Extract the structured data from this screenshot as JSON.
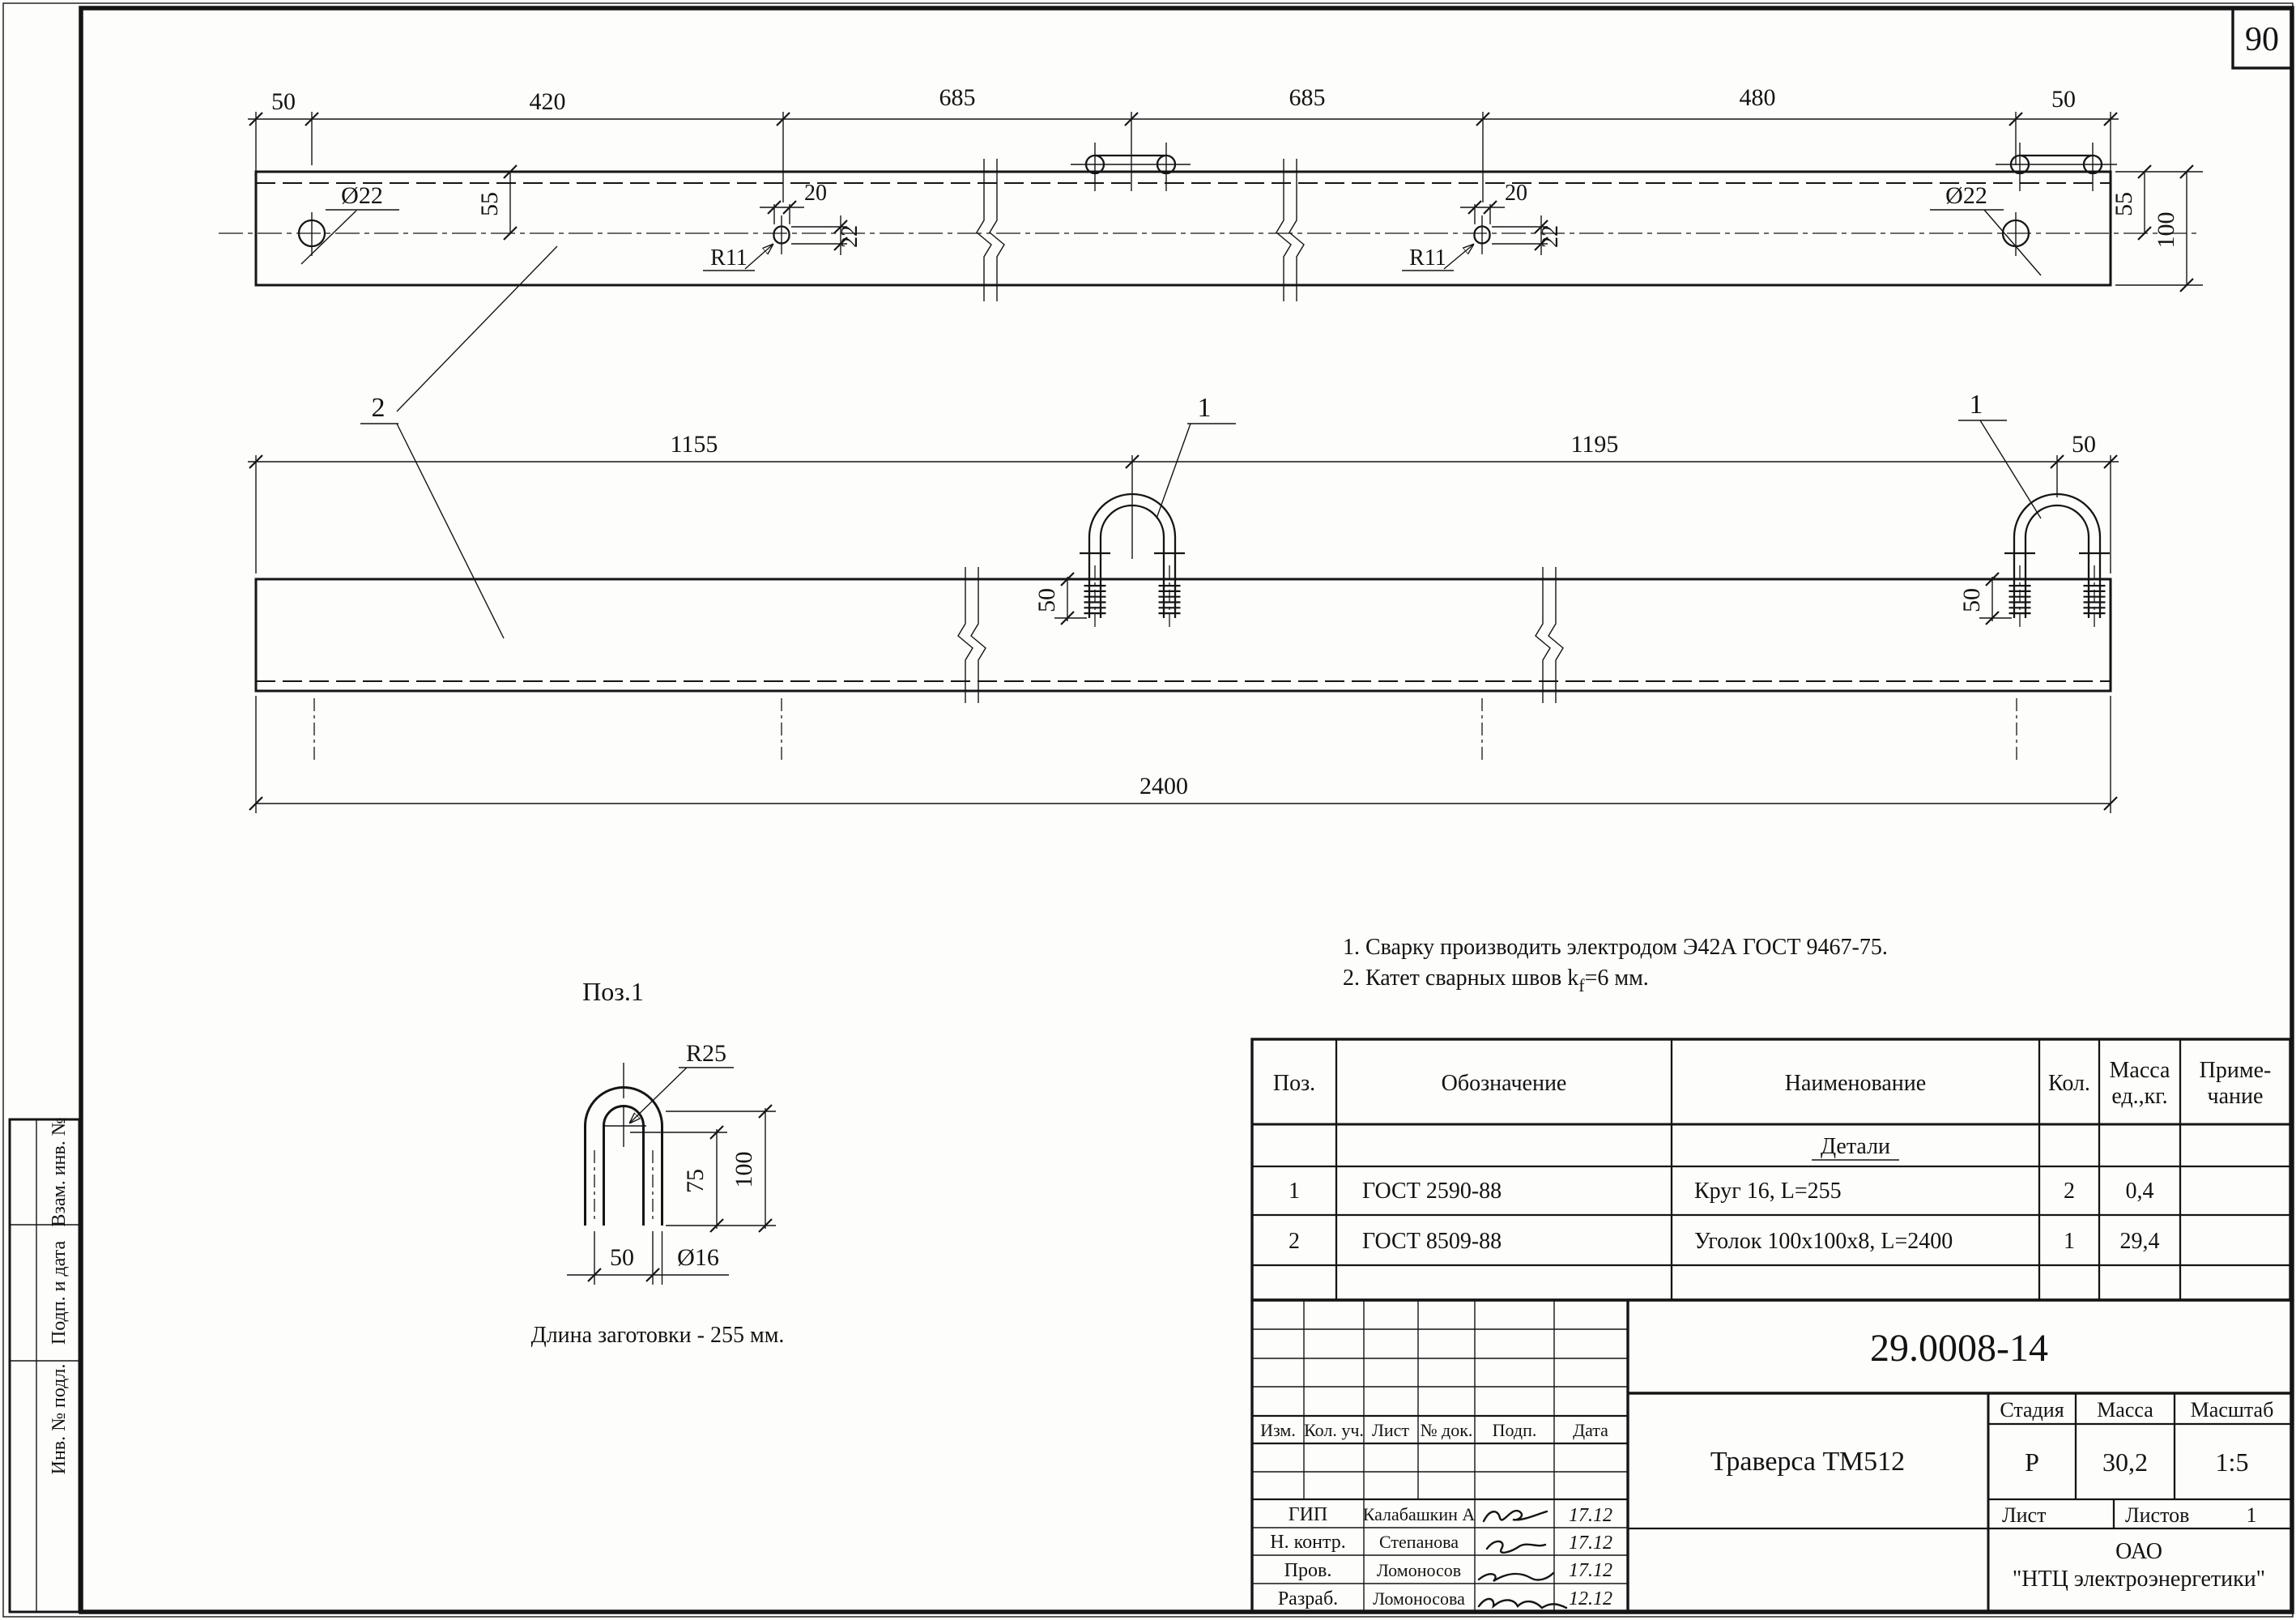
{
  "page_number": "90",
  "top_view": {
    "dim_50_left": "50",
    "dim_420": "420",
    "dim_685_a": "685",
    "dim_685_b": "685",
    "dim_480": "480",
    "dim_50_right": "50",
    "dia_22_left": "Ø22",
    "dia_22_right": "Ø22",
    "slot_width_a": "20",
    "slot_height_a": "22",
    "slot_radius_a": "R11",
    "slot_width_b": "20",
    "slot_height_b": "22",
    "slot_radius_b": "R11",
    "dim_55_left": "55",
    "dim_55_right": "55",
    "dim_100": "100"
  },
  "front_view": {
    "dim_1155": "1155",
    "dim_1195": "1195",
    "dim_50_right": "50",
    "dim_50_leg_a": "50",
    "dim_50_leg_b": "50",
    "dim_2400": "2400",
    "callout_1a": "1",
    "callout_1b": "1",
    "callout_2": "2"
  },
  "detail": {
    "title": "Поз.1",
    "radius": "R25",
    "dim_100": "100",
    "dim_75": "75",
    "dim_50": "50",
    "dia_16": "Ø16",
    "caption": "Длина заготовки - 255 мм."
  },
  "notes": {
    "line1": "1. Сварку производить электродом Э42А ГОСТ 9467-75.",
    "line2_prefix": "2. Катет сварных швов k",
    "line2_sub": "f",
    "line2_suffix": "=6 мм."
  },
  "spec": {
    "headers": {
      "pos": "Поз.",
      "designation": "Обозначение",
      "name": "Наименование",
      "qty": "Кол.",
      "mass1": "Масса",
      "mass2": "ед.,кг.",
      "note1": "Приме-",
      "note2": "чание"
    },
    "group": "Детали",
    "rows": [
      {
        "pos": "1",
        "designation": "ГОСТ 2590-88",
        "name": "Круг 16, L=255",
        "qty": "2",
        "mass": "0,4"
      },
      {
        "pos": "2",
        "designation": "ГОСТ 8509-88",
        "name": "Уголок 100х100х8, L=2400",
        "qty": "1",
        "mass": "29,4"
      }
    ]
  },
  "title_block": {
    "doc_number": "29.0008-14",
    "product": "Траверса ТМ512",
    "stage_label": "Стадия",
    "mass_label": "Масса",
    "scale_label": "Масштаб",
    "stage": "Р",
    "mass": "30,2",
    "scale": "1:5",
    "sheet_label": "Лист",
    "sheets_label": "Листов",
    "sheets_count": "1",
    "company1": "ОАО",
    "company2": "\"НТЦ электроэнергетики\"",
    "rev": {
      "izm": "Изм.",
      "kol": "Кол. уч.",
      "list": "Лист",
      "doc": "№ док.",
      "podp": "Подп.",
      "data": "Дата"
    },
    "signers": [
      {
        "role": "ГИП",
        "name": "Калабашкин А",
        "date": "17.12"
      },
      {
        "role": "Н. контр.",
        "name": "Степанова",
        "date": "17.12"
      },
      {
        "role": "Пров.",
        "name": "Ломоносов",
        "date": "17.12"
      },
      {
        "role": "Разраб.",
        "name": "Ломоносова",
        "date": "12.12"
      }
    ]
  },
  "sidebar": {
    "a": "Взам. инв. №",
    "b": "Подп. и дата",
    "c": "Инв. № подл."
  }
}
